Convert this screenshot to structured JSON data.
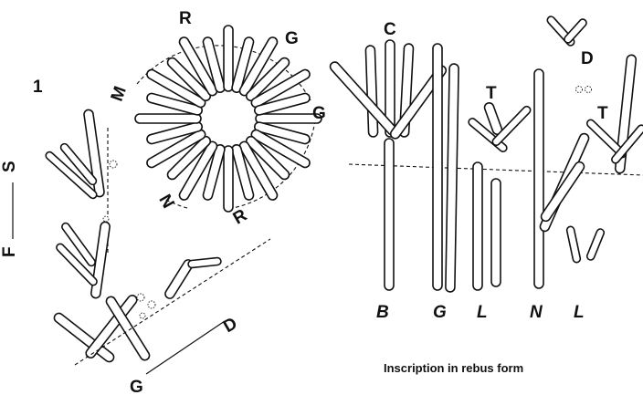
{
  "figure_number": "1",
  "left_diagram": {
    "circle_labels": [
      "R",
      "G",
      "G",
      "R",
      "N",
      "M"
    ],
    "s_label": "S",
    "f_label": "F",
    "d_label": "D",
    "g_label": "G"
  },
  "rebus": {
    "top_labels": [
      "C",
      "D",
      "T",
      "T"
    ],
    "bottom_labels": [
      "B",
      "G",
      "L",
      "N",
      "L"
    ],
    "caption": "Inscription in rebus form"
  }
}
